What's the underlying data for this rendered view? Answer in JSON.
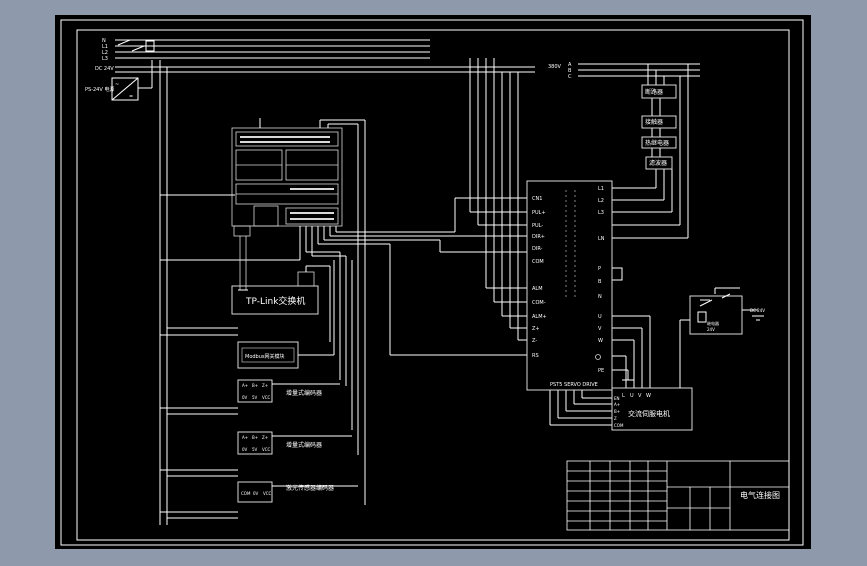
{
  "colors": {
    "window_bg": "#8e9aab",
    "canvas": "#000000",
    "line": "#ffffff",
    "component": "#d9d9d9"
  },
  "power_left": {
    "phase_labels": [
      "N",
      "L1",
      "L2",
      "L3"
    ],
    "dc_label": "DC 24V",
    "psu_label": "PS-24V 电源",
    "psu_symbols": [
      "~",
      "="
    ]
  },
  "power_right": {
    "supply_label": "380V",
    "phase_marks": [
      "A",
      "B",
      "C"
    ]
  },
  "devices": {
    "switch_label": "TP-Link交换机",
    "gateway_label": "Modbus网关模块",
    "encoder1_label": "增量式编码器",
    "encoder2_label": "增量式编码器",
    "sensor_label": "激光传感器编码器",
    "motor_label": "交流伺服电机",
    "motor_terminals": [
      "L",
      "U",
      "V",
      "W"
    ],
    "motor_side_pins": [
      "EN",
      "A+",
      "B+",
      "Z",
      "COM"
    ],
    "encoder_top_pins": [
      "A+",
      "B+",
      "Z+"
    ],
    "encoder_bottom_pins": [
      "0V",
      "5V",
      "VCC"
    ],
    "sensor_pins": [
      "COM",
      "0V",
      "VCC"
    ]
  },
  "breaker_chain": [
    "断路器",
    "接触器",
    "热继电器",
    "滤波器"
  ],
  "drive": {
    "left_pins": [
      "CN1",
      "PUL+",
      "PUL-",
      "DIR+",
      "DIR-",
      "COM",
      "ALM",
      "COM-",
      "ALM+",
      "Z+",
      "Z-",
      "RS"
    ],
    "right_pins": [
      "L1",
      "L2",
      "L3",
      "LN",
      "P",
      "B",
      "N",
      "U",
      "V",
      "W",
      "PE"
    ],
    "model_label": "PST5 SERVO DRIVE"
  },
  "relay": {
    "label": "继电器",
    "coil_label": "24V",
    "side_label": "DC 24V"
  },
  "title_block": {
    "title": "电气连接图"
  }
}
